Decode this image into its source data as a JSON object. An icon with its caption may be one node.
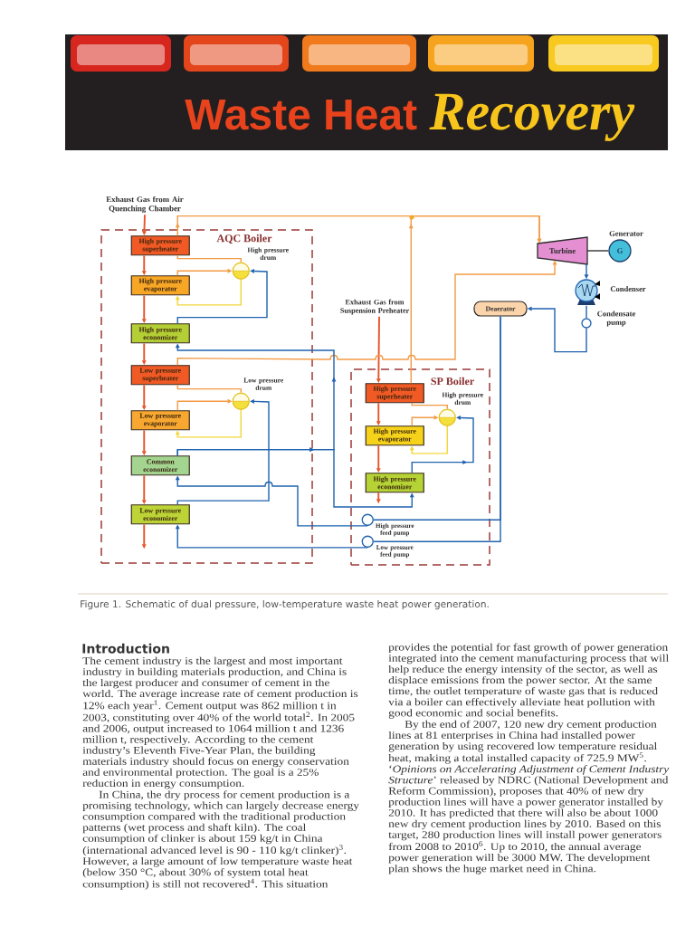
{
  "diagram": {
    "title": "Waste Heat *Recovery*",
    "caption": "Figure 1. Schematic of dual pressure, low-temperature waste heat power generation.",
    "nodes": [
      {
        "text": [
          "Exhaust Gas from Air Quenching Chamber"
        ]
      },
      {
        "text": [
          "AQC Boiler"
        ]
      },
      {
        "text": [
          "High pressure superheater"
        ],
        "in": 1
      },
      {
        "text": [],
        "shape": "circle",
        "beside": [
          "High pressure drum"
        ],
        "in": 1
      },
      {
        "text": [
          "High pressure evaporator"
        ],
        "in": 1
      },
      {
        "text": [
          "High pressure economizer"
        ],
        "in": 1
      },
      {
        "text": [
          "Low pressure superheater"
        ],
        "in": 1
      },
      {
        "text": [],
        "shape": "circle",
        "beside": [
          "Low pressure drum"
        ],
        "in": 1
      },
      {
        "text": [
          "Low pressure evaporator"
        ],
        "in": 1
      },
      {
        "text": [
          "Common economizer"
        ],
        "in": 1
      },
      {
        "text": [
          "Low pressure economizer"
        ],
        "in": 1
      },
      {
        "text": [
          "Exhaust Gas from Suspension Preheater"
        ]
      },
      {
        "text": [
          "SP Boiler"
        ]
      },
      {
        "text": [
          "High pressure superheater"
        ],
        "in": 12
      },
      {
        "text": [],
        "shape": "circle",
        "beside": [
          "High pressure drum"
        ],
        "in": 12
      },
      {
        "text": [
          "High pressure evaporator"
        ],
        "in": 12
      },
      {
        "text": [
          "High pressure economizer"
        ],
        "in": 12
      },
      {
        "text": [],
        "shape": "circle",
        "beside": [
          "High pressure feed pump"
        ],
        "in": 12
      },
      {
        "text": [],
        "shape": "circle",
        "beside": [
          "Low pressure feed pump"
        ],
        "in": 12
      },
      {
        "text": [
          "Turbine"
        ]
      },
      {
        "text": [
          "G"
        ],
        "beside": [
          "Generator"
        ]
      },
      {
        "text": [],
        "shape": "circle",
        "beside": [
          "Condenser"
        ]
      },
      {
        "text": [],
        "shape": "circle",
        "beside": [
          "Condensate pump"
        ]
      },
      {
        "text": [
          "Deaerator"
        ]
      }
    ],
    "edges": [
      {
        "from": 0,
        "to": 2,
        "arrow": "to",
        "color": "#e8542a"
      },
      {
        "from": 2,
        "to": 4,
        "arrow": "to",
        "color": "#e8542a"
      },
      {
        "from": 4,
        "to": 5,
        "arrow": "to",
        "color": "#e8542a"
      },
      {
        "from": 5,
        "to": 6,
        "arrow": "to",
        "color": "#e8542a"
      },
      {
        "from": 6,
        "to": 8,
        "arrow": "to",
        "color": "#e8542a"
      },
      {
        "from": 8,
        "to": 9,
        "arrow": "to",
        "color": "#e8542a"
      },
      {
        "from": 9,
        "to": 10,
        "arrow": "to",
        "color": "#e8542a"
      },
      {
        "from": 10,
        "to": null,
        "arrow": "to",
        "color": "#e8542a"
      },
      {
        "from": 11,
        "to": 13,
        "arrow": "to",
        "color": "#e8542a"
      },
      {
        "from": 13,
        "to": 15,
        "arrow": "to",
        "color": "#e8542a"
      },
      {
        "from": 15,
        "to": 16,
        "arrow": "to",
        "color": "#e8542a"
      },
      {
        "from": 16,
        "to": null,
        "arrow": "to",
        "color": "#e8542a"
      },
      {
        "from": 2,
        "to": 19,
        "arrow": "to",
        "color": "#f39a44"
      },
      {
        "from": 13,
        "to": 19,
        "arrow": "to",
        "color": "#f39a44"
      },
      {
        "from": 6,
        "to": 19,
        "arrow": "to",
        "color": "#f39a44"
      },
      {
        "from": 3,
        "to": 2,
        "arrow": "none",
        "color": "#f39a44"
      },
      {
        "from": 4,
        "to": 3,
        "arrow": "to",
        "color": "#f39a44"
      },
      {
        "from": 3,
        "to": 4,
        "arrow": "to",
        "color": "#f2d63a"
      },
      {
        "from": 5,
        "to": 3,
        "arrow": "to",
        "color": "#1f63b0"
      },
      {
        "from": 7,
        "to": 6,
        "arrow": "none",
        "color": "#f39a44"
      },
      {
        "from": 8,
        "to": 7,
        "arrow": "to",
        "color": "#f39a44"
      },
      {
        "from": 7,
        "to": 8,
        "arrow": "to",
        "color": "#f2d63a"
      },
      {
        "from": 10,
        "to": 7,
        "arrow": "to",
        "color": "#1f63b0"
      },
      {
        "from": 14,
        "to": 13,
        "arrow": "none",
        "color": "#f39a44"
      },
      {
        "from": 15,
        "to": 14,
        "arrow": "to",
        "color": "#f39a44"
      },
      {
        "from": 14,
        "to": 15,
        "arrow": "to",
        "color": "#f2d63a"
      },
      {
        "from": 16,
        "to": 14,
        "arrow": "to",
        "color": "#1f63b0"
      },
      {
        "from": 9,
        "to": 5,
        "arrow": "to",
        "color": "#1f63b0"
      },
      {
        "from": 9,
        "to": 16,
        "arrow": "to",
        "color": "#1f63b0"
      },
      {
        "from": 17,
        "to": 9,
        "arrow": "to",
        "color": "#1f63b0"
      },
      {
        "from": 18,
        "to": 10,
        "arrow": "to",
        "color": "#1f63b0"
      },
      {
        "from": 23,
        "to": 17,
        "arrow": "none",
        "color": "#1f63b0"
      },
      {
        "from": 23,
        "to": 18,
        "arrow": "none",
        "color": "#1f63b0"
      },
      {
        "from": 22,
        "to": 23,
        "arrow": "to",
        "color": "#1f63b0"
      },
      {
        "from": 21,
        "to": 22,
        "arrow": "none",
        "color": "#1f63b0"
      },
      {
        "from": 19,
        "to": 21,
        "arrow": "to",
        "color": "#1f63b0"
      },
      {
        "from": 19,
        "to": 20,
        "arrow": "none",
        "color": "#333333"
      }
    ],
    "labels": [
      "Introduction",
      "The cement industry is the largest and most important industry in building materials production, and China is the largest producer and consumer of cement in the world. The average increase rate of cement production is 12% each year$^{1}$. Cement output was 862 million t in 2003, constituting over 40% of the world total$^{2}$. In 2005 and 2006, output increased to 1064 million t and 1236 million t, respectively. According to the cement industry’s Eleventh Five-Year Plan, the building materials industry should focus on energy conservation and environmental protection. The goal is a 25% reduction in energy consumption.",
      "In China, the dry process for cement production is a promising technology, which can largely decrease energy consumption compared with the traditional production patterns (wet process and shaft kiln). The coal consumption of clinker is about 159 kg/t in China (international advanced level is 90 - 110 kg/t clinker)$^{3}$. However, a large amount of low temperature waste heat (below 350 °C, about 30% of system total heat consumption) is still not recovered$^{4}$. This situation",
      "provides the potential for fast growth of power generation integrated into the cement manufacturing process that will help reduce the energy intensity of the sector, as well as displace emissions from the power sector. At the same time, the outlet temperature of waste gas that is reduced via a boiler can effectively alleviate heat pollution with good economic and social benefits.",
      "By the end of 2007, 120 new dry cement production lines at 81 enterprises in China had installed power generation by using recovered low temperature residual heat, making a total installed capacity of 725.9 MW$^{5}$. ‘*Opinions on Accelerating Adjustment of Cement Industry Structure*’ released by NDRC (National Development and Reform Commission), proposes that 40% of new dry production lines will have a power generator installed by 2010. It has predicted that there will also be about 1000 new dry cement production lines by 2010. Based on this target, 280 production lines will install power generators from 2008 to 2010$^{6}$. Up to 2010, the annual average power generation will be 3000 MW. The development plan shows the huge market need in China."
    ]
  }
}
